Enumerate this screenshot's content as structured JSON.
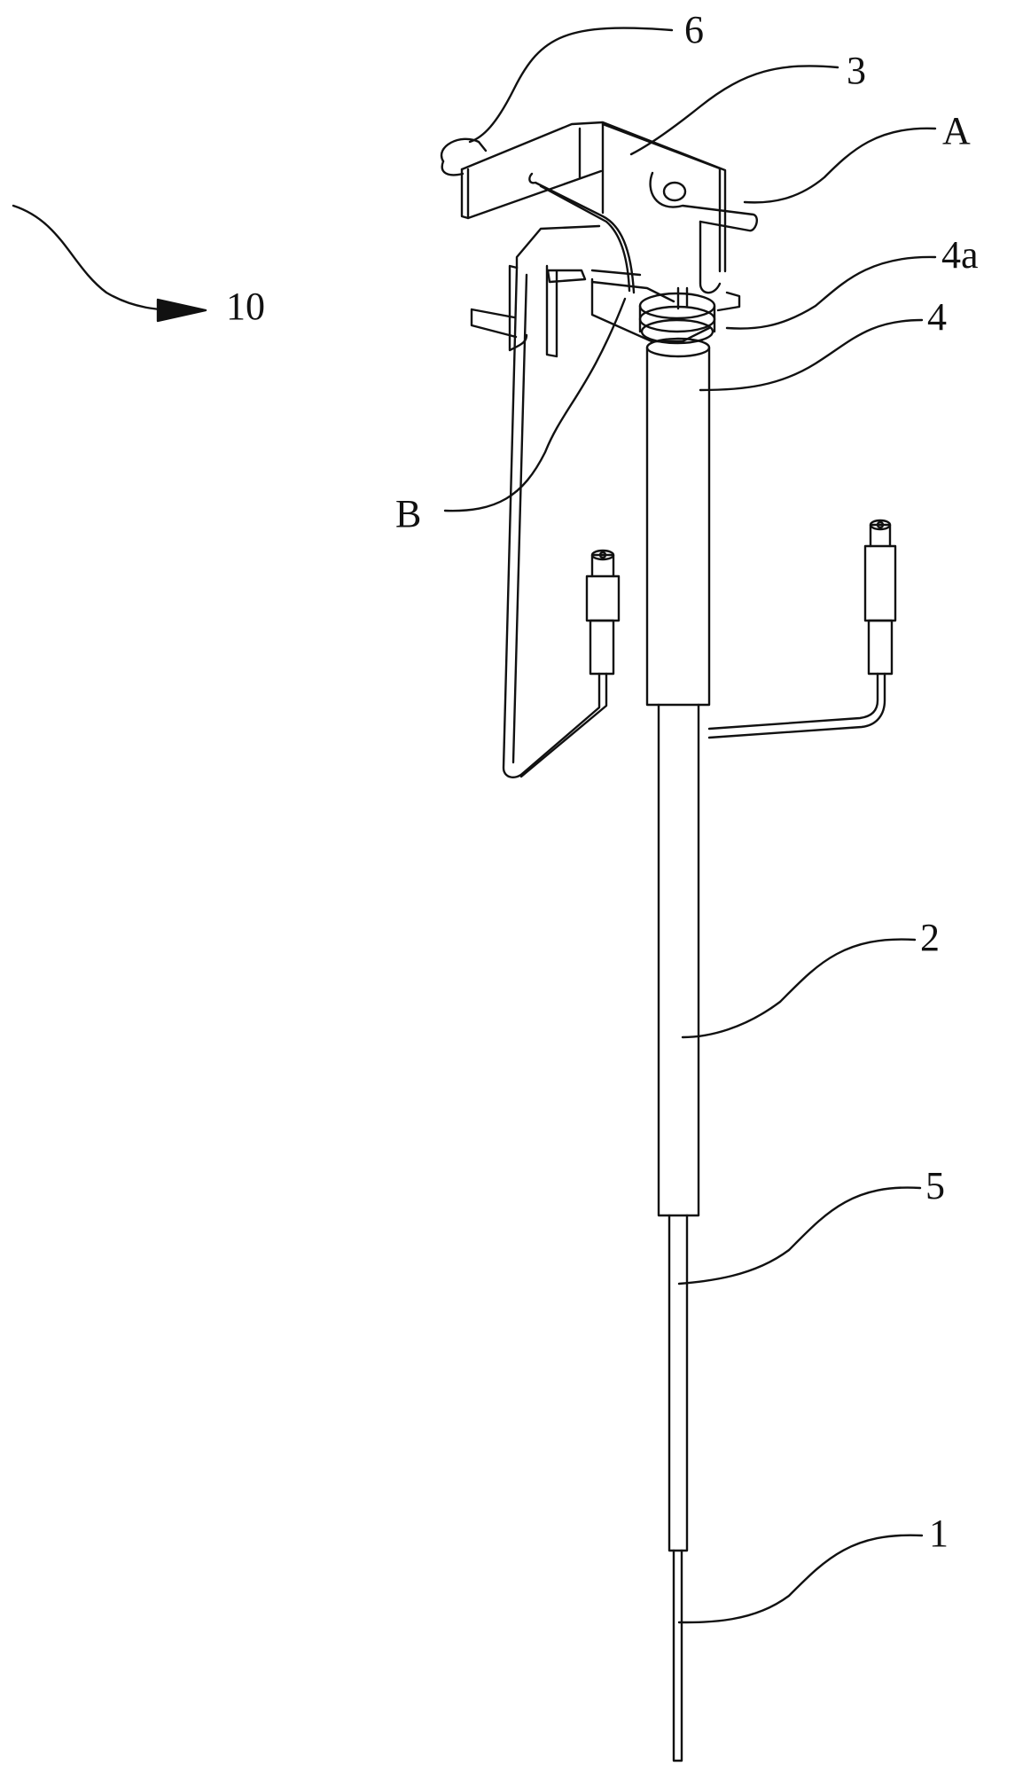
{
  "figure": {
    "reference_numerals": {
      "assembly": "10",
      "part_6": "6",
      "part_3": "3",
      "detail_A": "A",
      "part_4a": "4a",
      "part_4": "4",
      "detail_B": "B",
      "part_2": "2",
      "part_5": "5",
      "part_1": "1"
    },
    "line_color": "#111111"
  }
}
